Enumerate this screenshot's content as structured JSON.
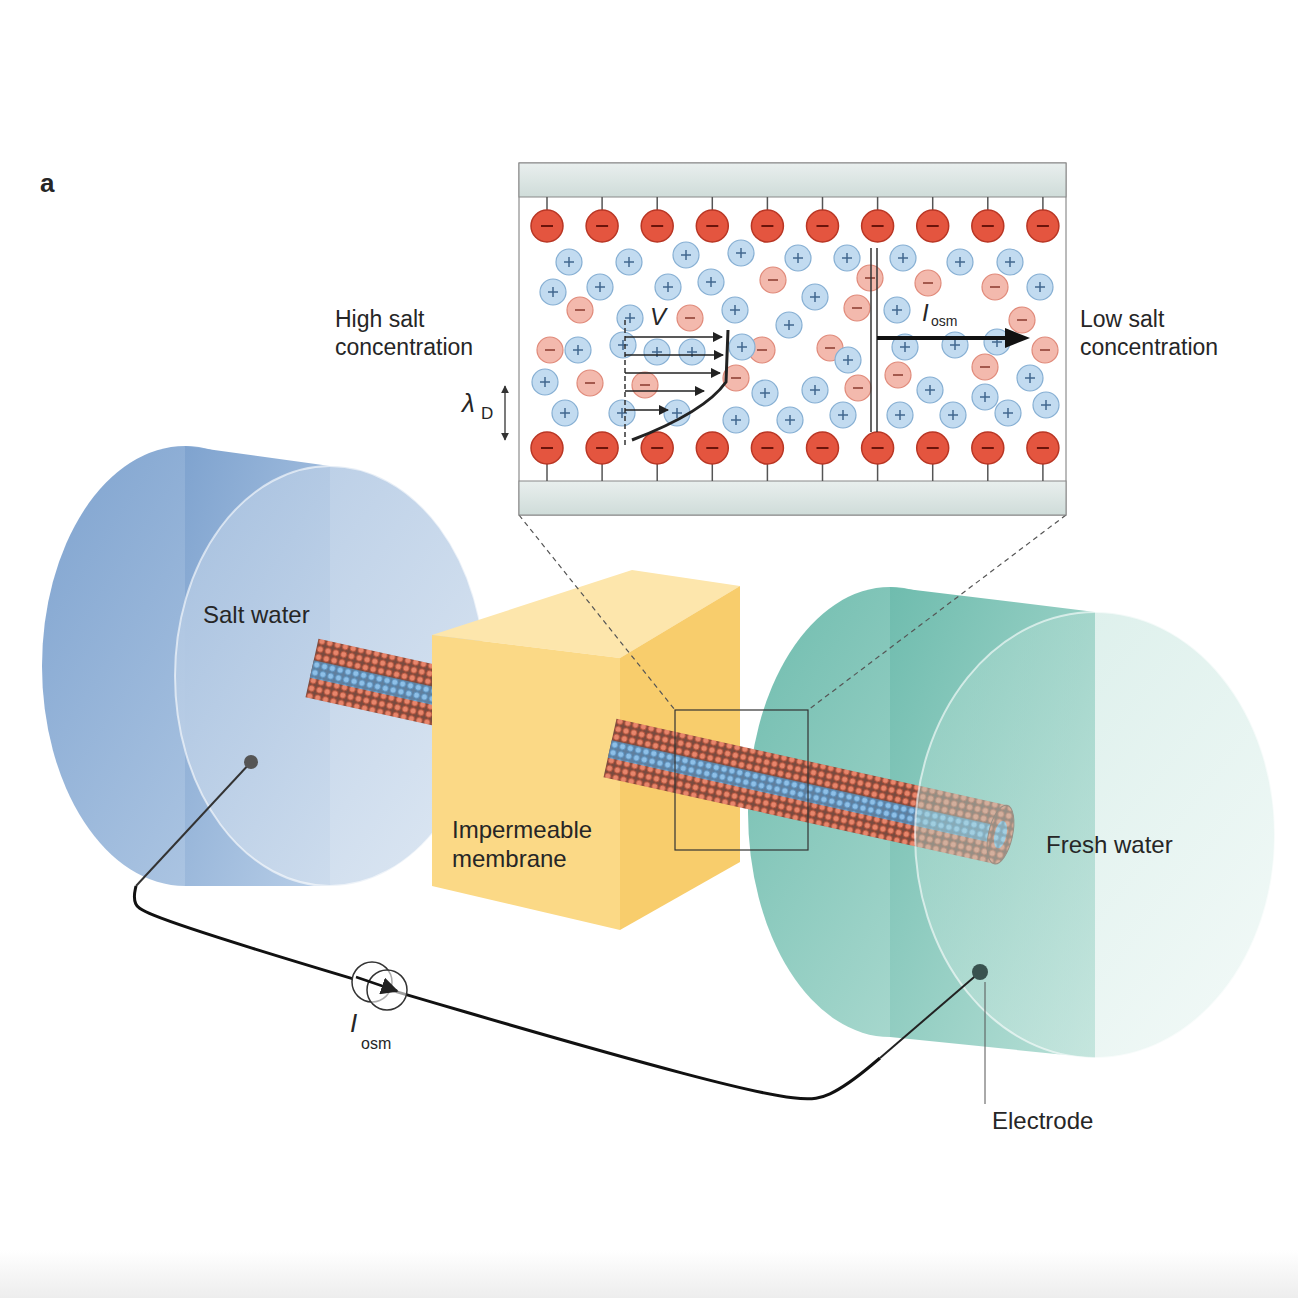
{
  "diagram": {
    "nodes": [
      {
        "text": [
          "Salt water"
        ]
      },
      {
        "text": [
          "Impermeable membrane"
        ]
      },
      {
        "text": [
          "Fresh water"
        ]
      }
    ],
    "edges": [
      {
        "from": 0,
        "to": 2,
        "arrow": "none"
      }
    ],
    "labels": [
      "a",
      "High salt concentration",
      "Low salt concentration",
      "λ",
      "D",
      "V",
      "I",
      "osm",
      "Electrode",
      "I",
      "osm"
    ]
  }
}
